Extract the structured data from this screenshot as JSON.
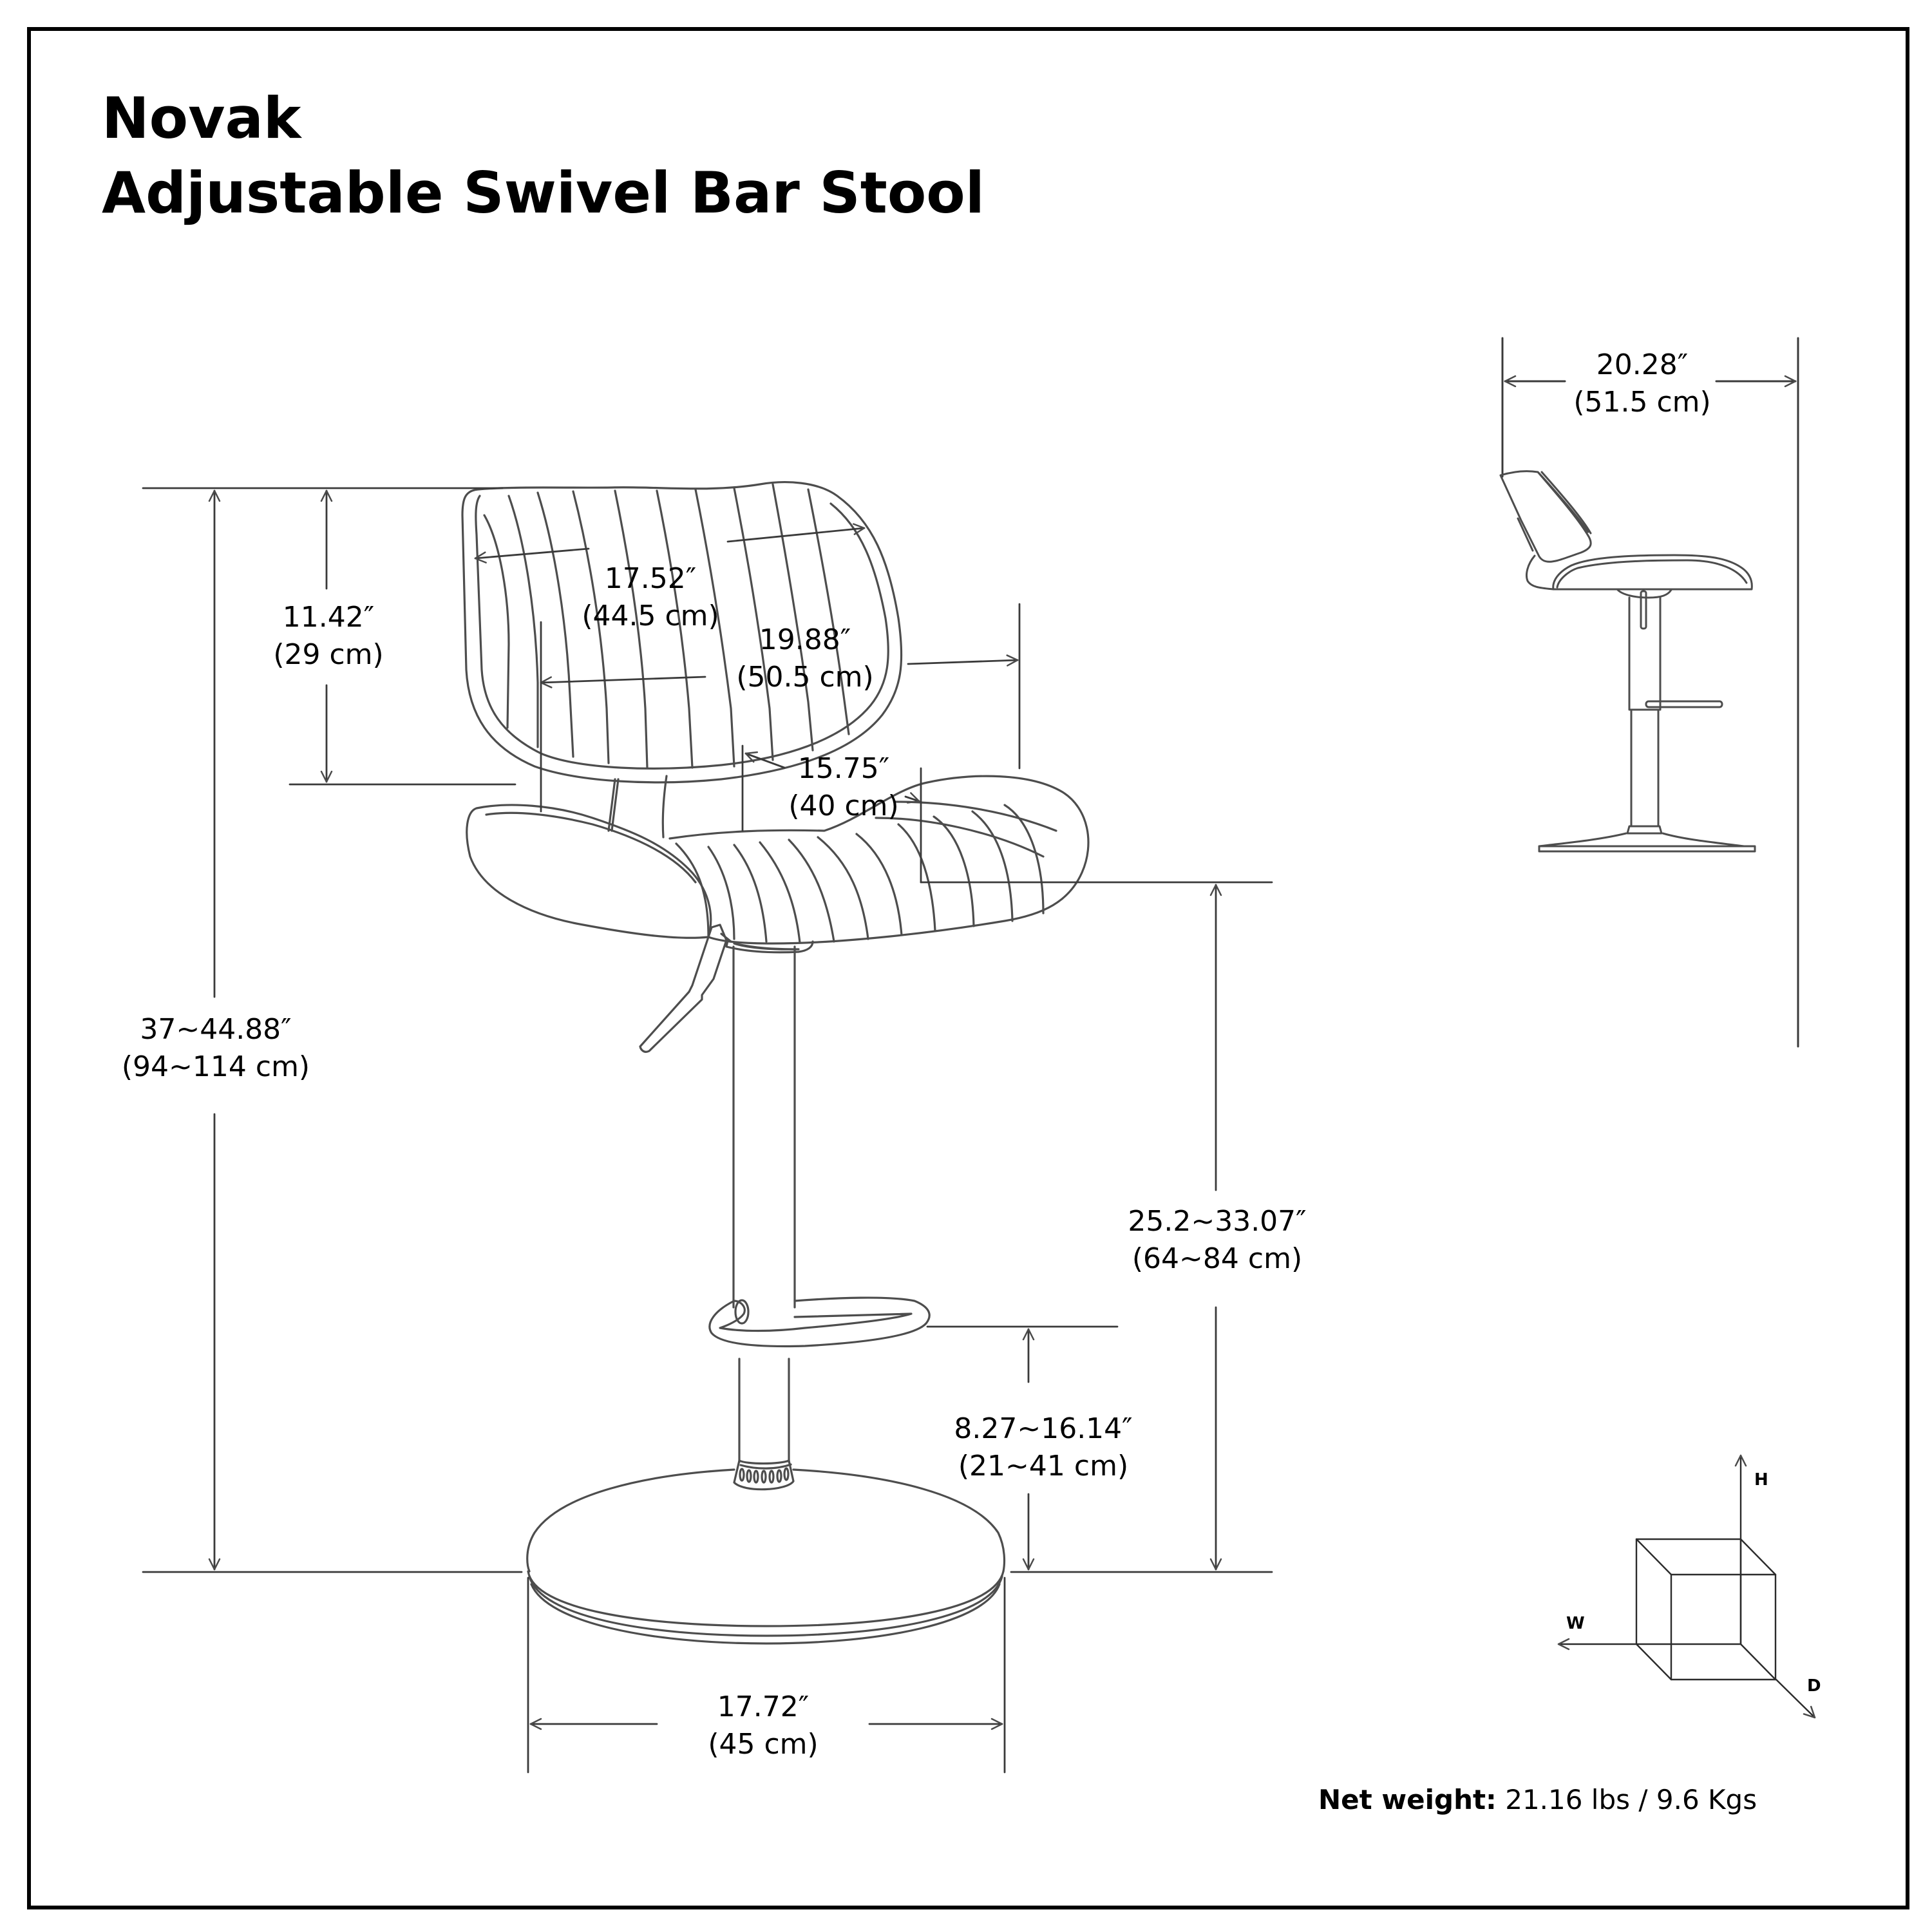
{
  "header": {
    "title_line1": "Novak",
    "title_line2": "Adjustable Swivel Bar Stool"
  },
  "dimensions": {
    "overall_height": {
      "in": "37~44.88″",
      "cm": "(94~114 cm)"
    },
    "backrest_height": {
      "in": "11.42″",
      "cm": "(29 cm)"
    },
    "backrest_width": {
      "in": "17.52″",
      "cm": "(44.5 cm)"
    },
    "seat_width": {
      "in": "19.88″",
      "cm": "(50.5 cm)"
    },
    "seat_depth": {
      "in": "15.75″",
      "cm": "(40 cm)"
    },
    "seat_height": {
      "in": "25.2~33.07″",
      "cm": "(64~84 cm)"
    },
    "footrest_height": {
      "in": "8.27~16.14″",
      "cm": "(21~41 cm)"
    },
    "base_diameter": {
      "in": "17.72″",
      "cm": "(45 cm)"
    },
    "side_depth": {
      "in": "20.28″",
      "cm": "(51.5 cm)"
    }
  },
  "axis_legend": {
    "height_label": "H",
    "width_label": "W",
    "depth_label": "D",
    "icon": "cube-axes-icon"
  },
  "footer": {
    "weight_label": "Net weight:",
    "weight_value": "21.16 lbs / 9.6 Kgs"
  },
  "colors": {
    "line": "#4a4a4a",
    "text": "#000000",
    "frame": "#000000",
    "background": "#ffffff"
  }
}
